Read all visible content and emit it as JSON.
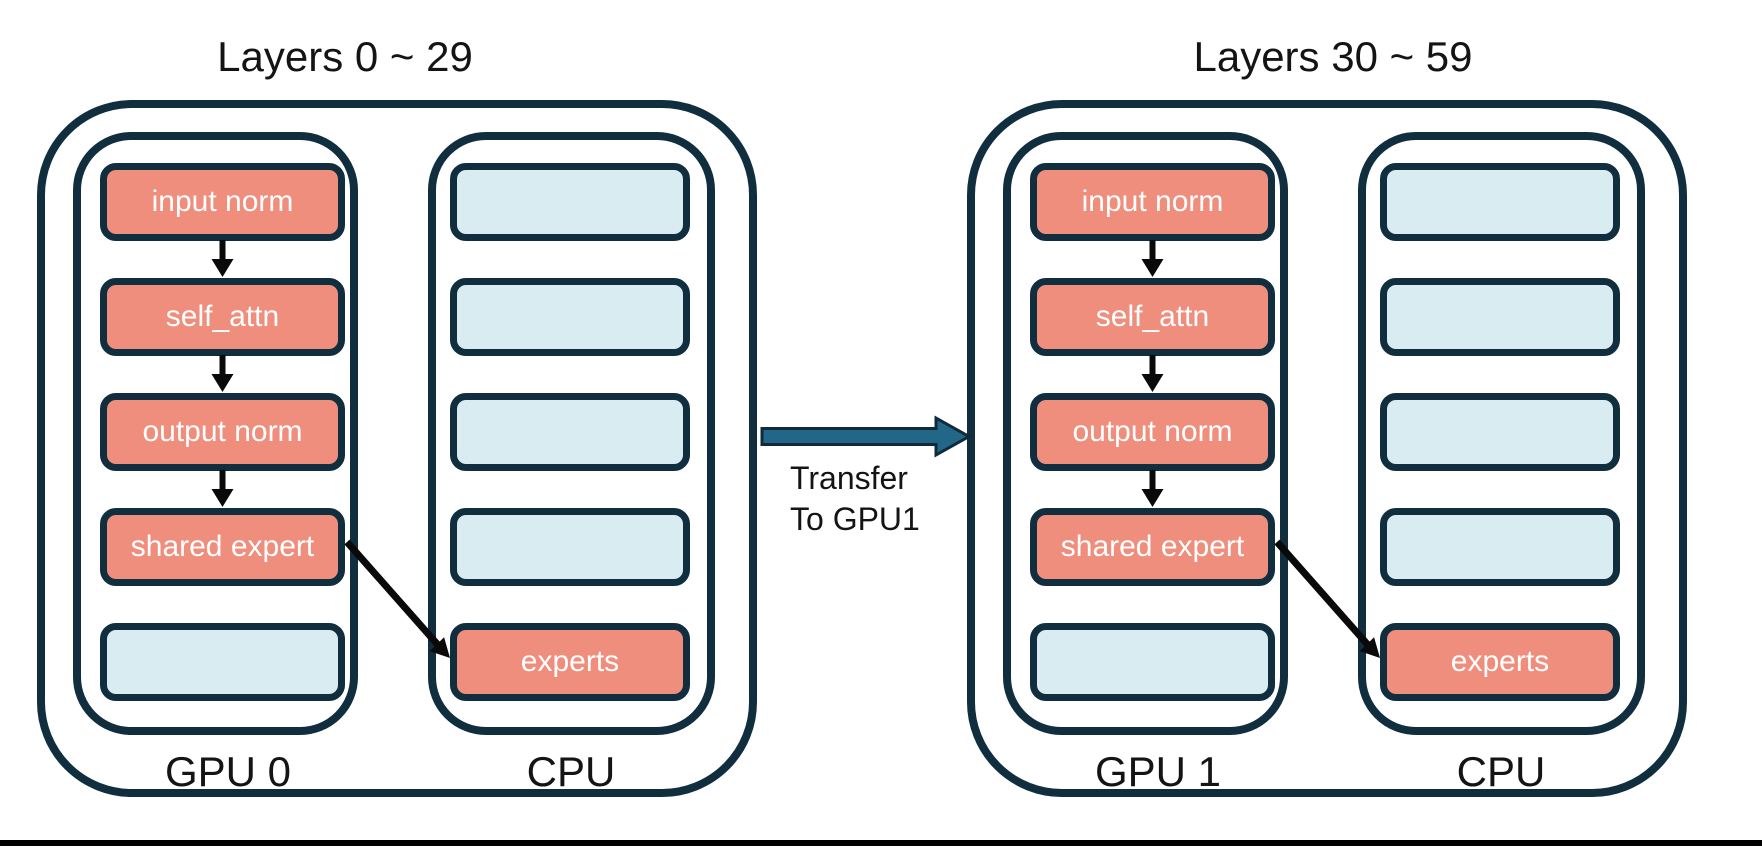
{
  "figure": {
    "description": "MoE layer placement diagram: expert weights offloaded from GPU to CPU, pipeline split across two GPUs",
    "groups": [
      {
        "title": "Layers 0 ~ 29",
        "gpu_label": "GPU 0",
        "cpu_label": "CPU",
        "gpu_boxes": [
          {
            "label": "input norm",
            "state": "occupied"
          },
          {
            "label": "self_attn",
            "state": "occupied"
          },
          {
            "label": "output norm",
            "state": "occupied"
          },
          {
            "label": "shared expert",
            "state": "occupied"
          },
          {
            "label": "",
            "state": "free"
          }
        ],
        "cpu_boxes": [
          {
            "label": "",
            "state": "free"
          },
          {
            "label": "",
            "state": "free"
          },
          {
            "label": "",
            "state": "free"
          },
          {
            "label": "",
            "state": "free"
          },
          {
            "label": "experts",
            "state": "occupied"
          }
        ]
      },
      {
        "title": "Layers 30 ~ 59",
        "gpu_label": "GPU 1",
        "cpu_label": "CPU",
        "gpu_boxes": [
          {
            "label": "input norm",
            "state": "occupied"
          },
          {
            "label": "self_attn",
            "state": "occupied"
          },
          {
            "label": "output norm",
            "state": "occupied"
          },
          {
            "label": "shared expert",
            "state": "occupied"
          },
          {
            "label": "",
            "state": "free"
          }
        ],
        "cpu_boxes": [
          {
            "label": "",
            "state": "free"
          },
          {
            "label": "",
            "state": "free"
          },
          {
            "label": "",
            "state": "free"
          },
          {
            "label": "",
            "state": "free"
          },
          {
            "label": "experts",
            "state": "occupied"
          }
        ]
      }
    ],
    "transfer": {
      "label": "Transfer\nTo GPU1"
    },
    "colors": {
      "outline_navy": "#112e3f",
      "occupied_salmon": "#ef8e7d",
      "free_light_blue": "#d8ecf2",
      "transfer_arrow_fill": "#226688",
      "transfer_arrow_stroke": "#0f2b3a",
      "flow_arrow_black": "#0a0a0a",
      "text_black": "#141414"
    }
  }
}
